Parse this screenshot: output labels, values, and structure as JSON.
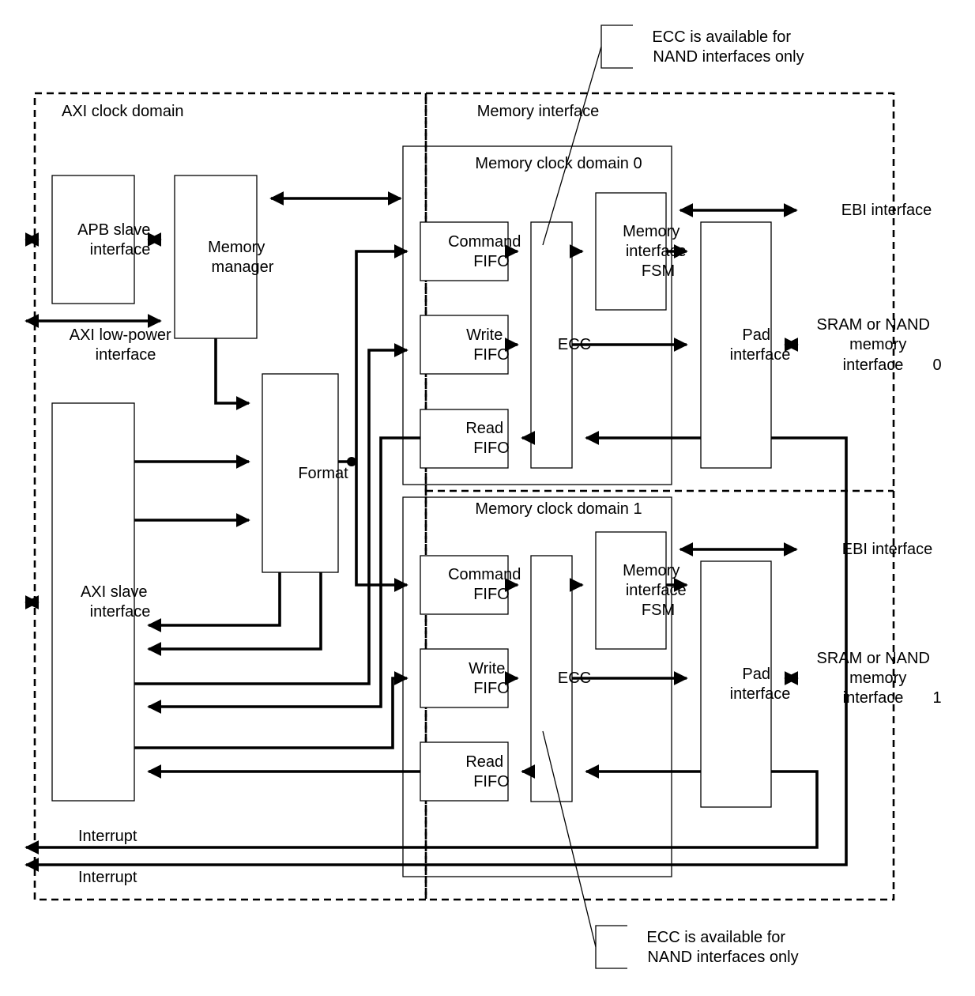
{
  "domains": {
    "axi_clock": "AXI clock domain",
    "memory_interface": "Memory interface",
    "mem_clock_0": "Memory clock domain 0",
    "mem_clock_1": "Memory clock domain 1"
  },
  "blocks": {
    "apb_slave": [
      "APB slave",
      "interface"
    ],
    "memory_manager": [
      "Memory",
      "manager"
    ],
    "axi_low_power": [
      "AXI low-power",
      "interface"
    ],
    "format": "Format",
    "axi_slave": [
      "AXI slave",
      "interface"
    ],
    "command_fifo": [
      "Command",
      "FIFO"
    ],
    "write_fifo": [
      "Write",
      "FIFO"
    ],
    "read_fifo": [
      "Read",
      "FIFO"
    ],
    "ecc": "ECC",
    "mem_if_fsm": [
      "Memory",
      "interface",
      "FSM"
    ],
    "pad_interface": [
      "Pad",
      "interface"
    ]
  },
  "external": {
    "ebi_interface": "EBI interface",
    "sram_nand": [
      "SRAM or NAND",
      "memory",
      "interface"
    ],
    "index_0": "0",
    "index_1": "1",
    "interrupt": "Interrupt"
  },
  "notes": {
    "ecc_note": [
      "ECC is available for",
      "NAND interfaces only"
    ]
  }
}
